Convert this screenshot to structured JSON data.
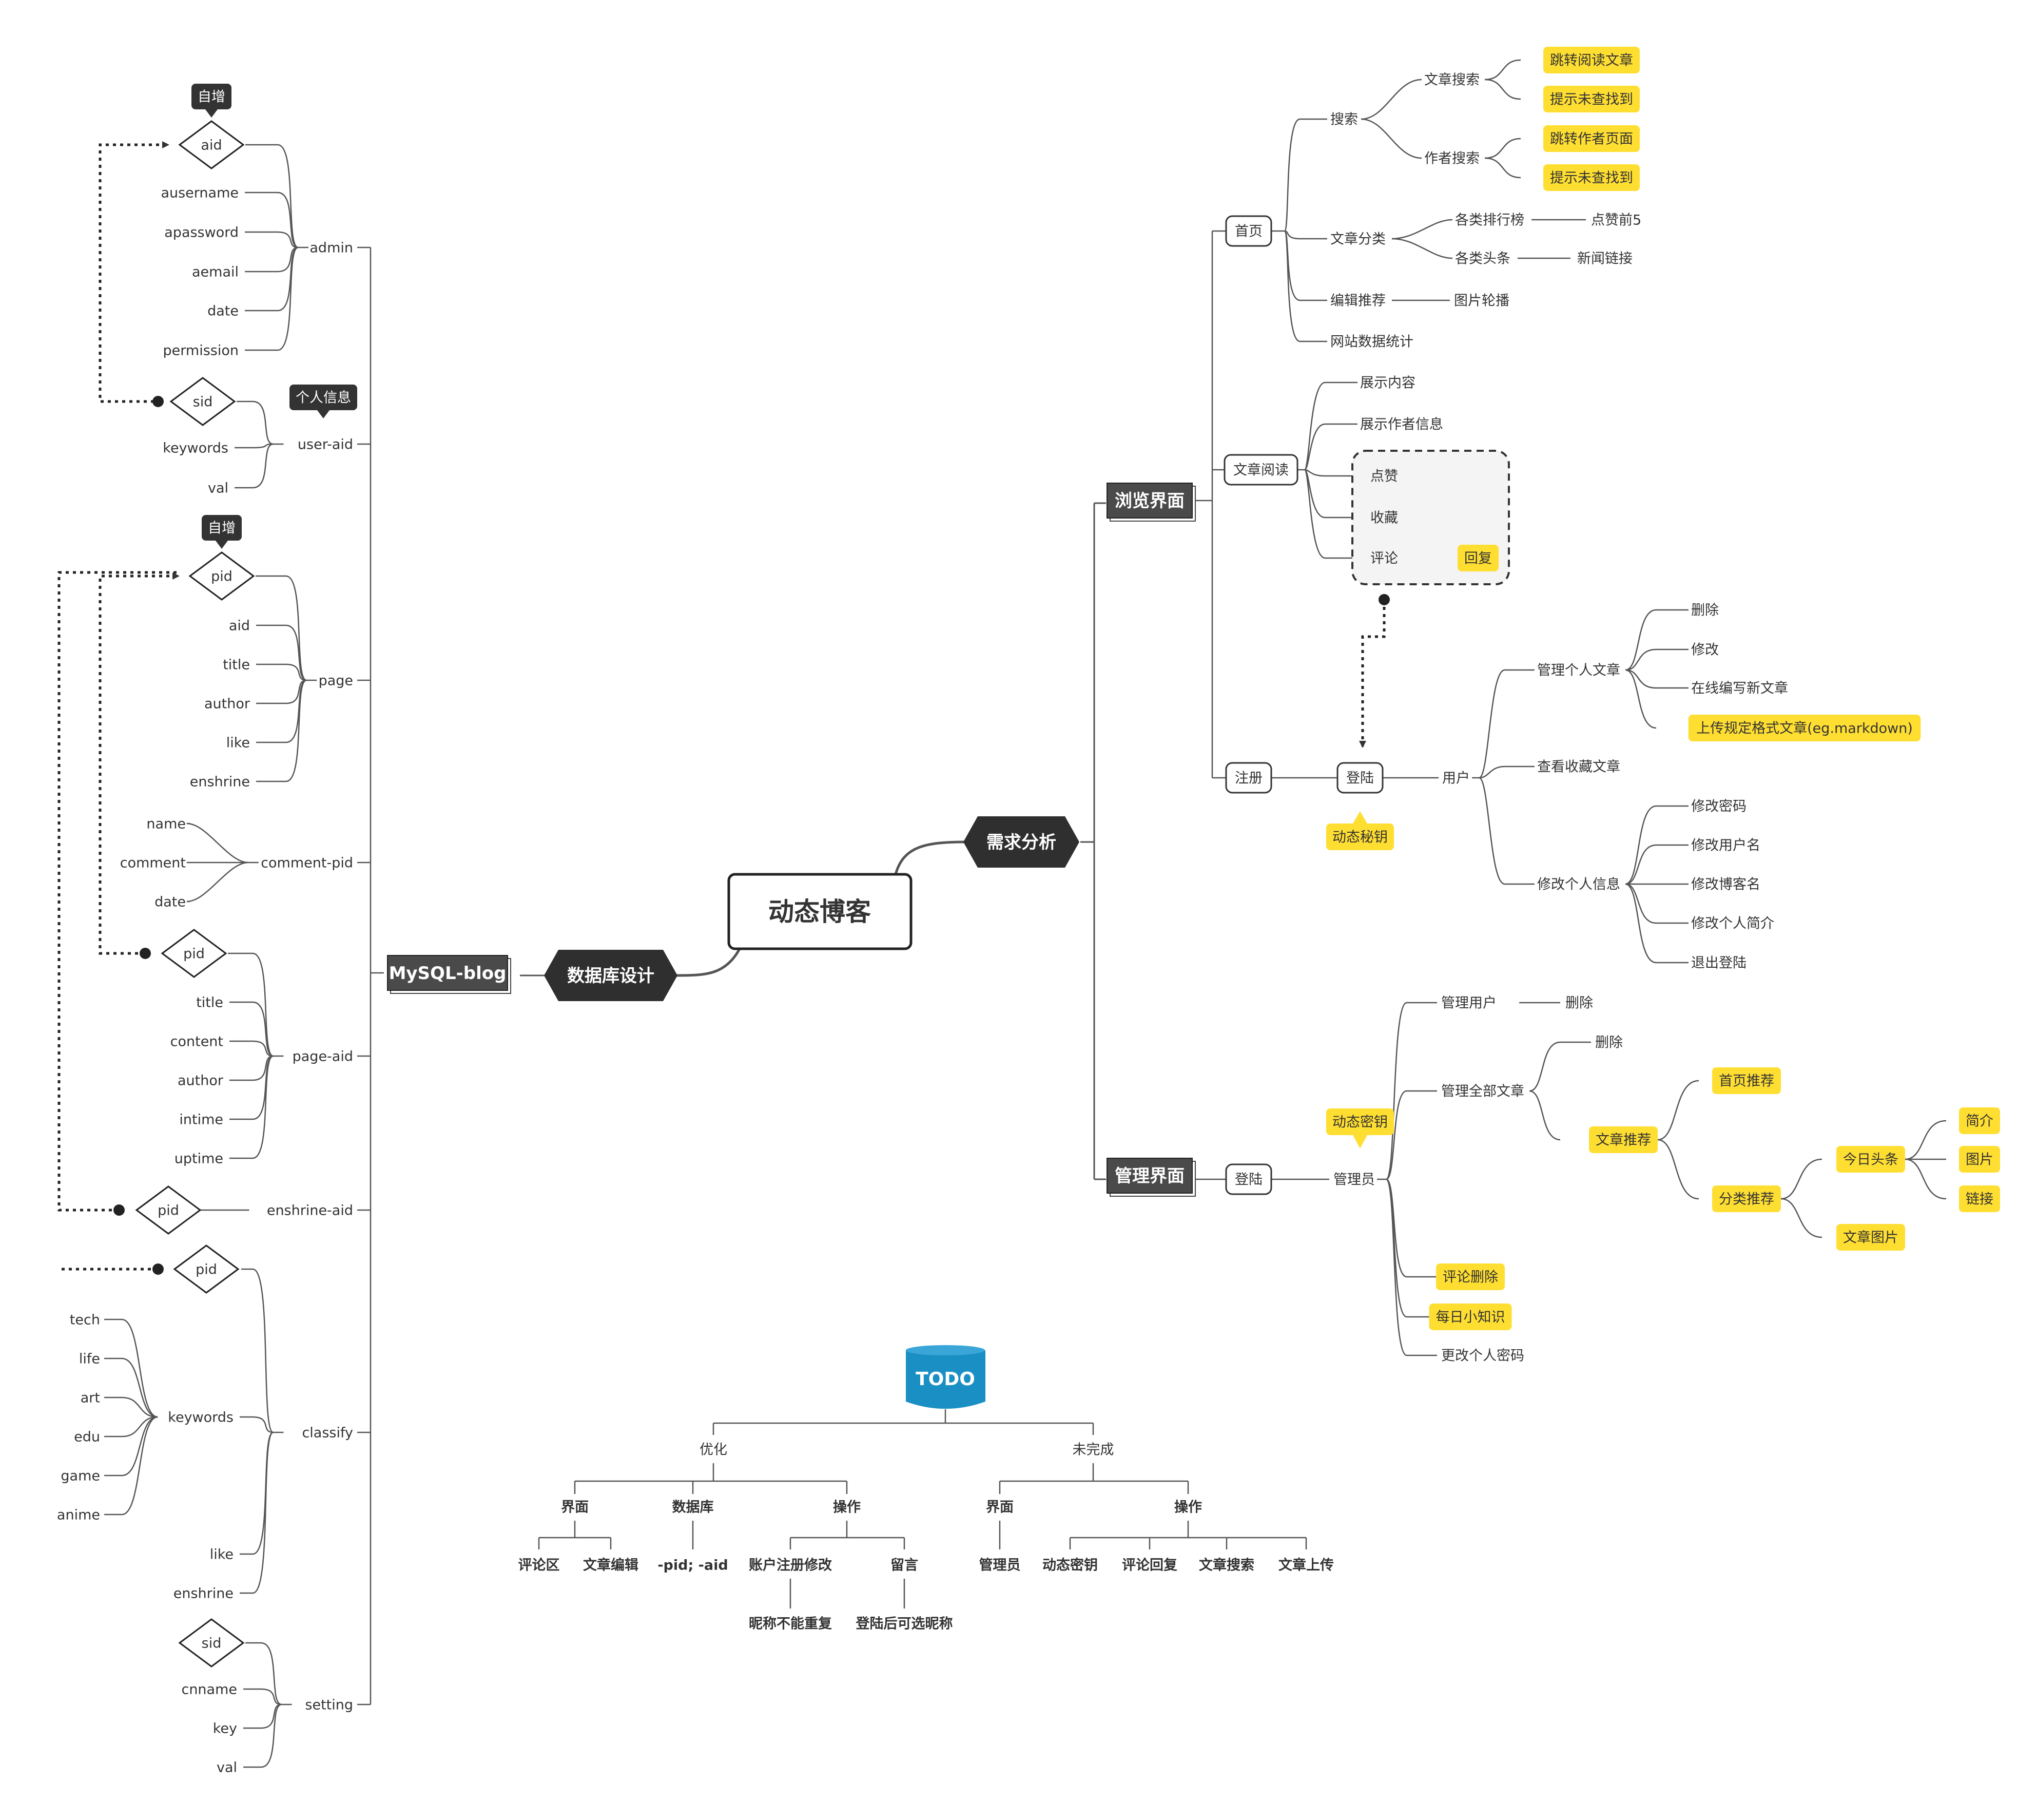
{
  "colors": {
    "line": "#555555",
    "dark_node": "#2f2f2f",
    "dark_node_alt": "#4a4a4a",
    "yellow": "#ffde32",
    "todo_blue": "#1a8fc4",
    "text": "#333333"
  },
  "root": {
    "label": "动态博客"
  },
  "db": {
    "branch_label": "数据库设计",
    "table_group_label": "MySQL-blog",
    "tables": [
      {
        "key": "admin",
        "label": "admin",
        "pk": "aid",
        "fields": [
          "ausername",
          "apassword",
          "aemail",
          "date",
          "permission"
        ],
        "note": "自增"
      },
      {
        "key": "user",
        "label": "user-aid",
        "pk": "sid",
        "fields": [
          "keywords",
          "val"
        ],
        "note": "个人信息"
      },
      {
        "key": "page",
        "label": "page",
        "pk": "pid",
        "fields": [
          "aid",
          "title",
          "author",
          "like",
          "enshrine"
        ],
        "note": "自增"
      },
      {
        "key": "comment",
        "label": "comment-pid",
        "pk": "",
        "fields": [
          "name",
          "comment",
          "date"
        ]
      },
      {
        "key": "pageaid",
        "label": "page-aid",
        "pk": "pid",
        "fields": [
          "title",
          "content",
          "author",
          "intime",
          "uptime"
        ]
      },
      {
        "key": "enshrine",
        "label": "enshrine-aid",
        "pk": "pid",
        "fields": []
      },
      {
        "key": "classify",
        "label": "classify",
        "pk": "pid",
        "keywords_label": "keywords",
        "keywords": [
          "tech",
          "life",
          "art",
          "edu",
          "game",
          "anime"
        ],
        "fields": [
          "like",
          "enshrine"
        ]
      },
      {
        "key": "setting",
        "label": "setting",
        "pk": "sid",
        "fields": [
          "cnname",
          "key",
          "val"
        ]
      }
    ]
  },
  "req": {
    "branch_label": "需求分析",
    "browse": {
      "label": "浏览界面",
      "home": {
        "label": "首页",
        "search": {
          "label": "搜索",
          "article_search": {
            "label": "文章搜索",
            "items": [
              "跳转阅读文章",
              "提示未查找到"
            ]
          },
          "author_search": {
            "label": "作者搜索",
            "items": [
              "跳转作者页面",
              "提示未查找到"
            ]
          }
        },
        "category": {
          "label": "文章分类",
          "rank": {
            "label": "各类排行榜",
            "child": "点赞前5"
          },
          "headline": {
            "label": "各类头条",
            "child": "新闻链接"
          }
        },
        "editor": {
          "label": "编辑推荐",
          "child": "图片轮播"
        },
        "stats": "网站数据统计"
      },
      "read": {
        "label": "文章阅读",
        "items": [
          "展示内容",
          "展示作者信息"
        ],
        "boxed": [
          "点赞",
          "收藏",
          "评论"
        ],
        "reply": "回复"
      },
      "register": {
        "label": "注册",
        "login": "登陆",
        "secret": "动态秘钥",
        "user": {
          "label": "用户",
          "manage": {
            "label": "管理个人文章",
            "items": [
              "删除",
              "修改",
              "在线编写新文章"
            ],
            "upload": "上传规定格式文章(eg.markdown)"
          },
          "favorites": "查看收藏文章",
          "info": {
            "label": "修改个人信息",
            "items": [
              "修改密码",
              "修改用户名",
              "修改博客名",
              "修改个人简介",
              "退出登陆"
            ]
          }
        }
      }
    },
    "admin": {
      "label": "管理界面",
      "login": "登陆",
      "secret": "动态密钥",
      "admin_user": {
        "label": "管理员",
        "manage_users": {
          "label": "管理用户",
          "child": "删除"
        },
        "manage_articles": {
          "label": "管理全部文章",
          "delete": "删除",
          "recommend": {
            "label": "文章推荐",
            "home": "首页推荐",
            "category": {
              "label": "分类推荐",
              "today": {
                "label": "今日头条",
                "items": [
                  "简介",
                  "图片",
                  "链接"
                ]
              },
              "image": "文章图片"
            }
          }
        },
        "comment_delete": "评论删除",
        "daily": "每日小知识",
        "change_password": "更改个人密码"
      }
    }
  },
  "todo": {
    "label": "TODO",
    "optimize": {
      "label": "优化",
      "ui": {
        "label": "界面",
        "items": [
          "评论区",
          "文章编辑"
        ]
      },
      "db": {
        "label": "数据库",
        "items": [
          "-pid; -aid"
        ]
      },
      "ops": {
        "label": "操作",
        "account": {
          "label": "账户注册修改",
          "child": "昵称不能重复"
        },
        "message": {
          "label": "留言",
          "child": "登陆后可选昵称"
        }
      }
    },
    "unfinished": {
      "label": "未完成",
      "ui": {
        "label": "界面",
        "items": [
          "管理员"
        ]
      },
      "ops": {
        "label": "操作",
        "items": [
          "动态密钥",
          "评论回复",
          "文章搜索",
          "文章上传"
        ]
      }
    }
  }
}
